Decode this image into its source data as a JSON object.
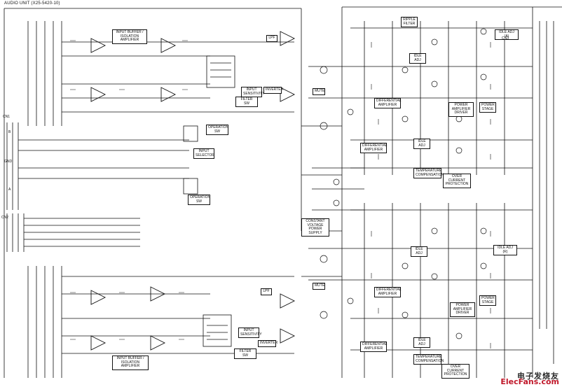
{
  "header": {
    "title": "AUDIO UNIT (X25-5420-10)"
  },
  "blocks": {
    "input_buffer_top": "INPUT BUFFER / ISOLATION AMPLIFIER",
    "input_buffer_bottom": "INPUT BUFFER / ISOLATION AMPLIFIER",
    "lpf_top": "LPF",
    "lpf_bottom": "LPF",
    "filter_sw_top": "FILTER SW",
    "filter_sw_bottom": "FILTER SW",
    "input_sens_top": "INPUT SENSITIVITY",
    "input_sens_bottom": "INPUT SENSITIVITY",
    "inverter_top": "INVERTER",
    "inverter_bottom": "INVERTER",
    "operation_sw_top": "OPERATION SW",
    "operation_sw_bottom": "OPERATION SW",
    "input_selector": "INPUT SELECTOR",
    "ripple_filter": "RIPPLE FILTER",
    "idle_adj_a": "IDLE ADJ (A)",
    "idle_adj_r": "IDLE ADJ (R)",
    "idle_adj_1": "IDLE ADJ",
    "idle_adj_2": "IDLE ADJ",
    "idle_adj_3": "IDLE ADJ",
    "idle_adj_4": "IDLE ADJ",
    "mute_top": "MUTE",
    "mute_bottom": "MUTE",
    "diff_amp_1": "DIFFERENTIAL AMPLIFIER",
    "diff_amp_2": "DIFFERENTIAL AMPLIFIER",
    "diff_amp_3": "DIFFERENTIAL AMPLIFIER",
    "diff_amp_4": "DIFFERENTIAL AMPLIFIER",
    "power_amp_driver_1": "POWER AMPLIFIER DRIVER",
    "power_amp_driver_2": "POWER AMPLIFIER DRIVER",
    "power_stage_1": "POWER STAGE",
    "power_stage_2": "POWER STAGE",
    "temp_comp_1": "TEMPERATURE COMPENSATION",
    "temp_comp_2": "TEMPERATURE COMPENSATION",
    "overcurrent_1": "OVER CURRENT PROTECTION",
    "overcurrent_2": "OVER CURRENT PROTECTION",
    "cv_power_supply": "CONSTANT VOLTAGE POWER SUPPLY"
  },
  "connectors": {
    "cn1": "CN1",
    "cn2": "CN2",
    "cn3": "CN3",
    "gnd": "GND",
    "b": "B",
    "a": "A"
  },
  "watermark": {
    "line1": "电子发烧友",
    "line2": "ElecFans.com"
  }
}
